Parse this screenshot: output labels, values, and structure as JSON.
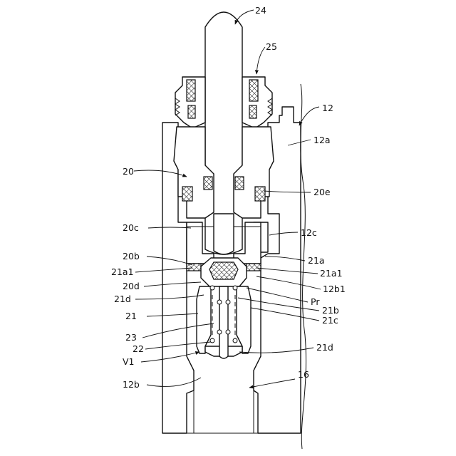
{
  "labels": {
    "l24": "24",
    "l25": "25",
    "l12": "12",
    "l12a": "12a",
    "l20": "20",
    "l20e": "20e",
    "l20c": "20c",
    "l12c": "12c",
    "l20b": "20b",
    "l21a": "21a",
    "l21a1_left": "21a1",
    "l21a1_right": "21a1",
    "l20d": "20d",
    "l12b1": "12b1",
    "l21d_left": "21d",
    "l21d_right": "21d",
    "lPr": "Pr",
    "l21b": "21b",
    "l21": "21",
    "l21c": "21c",
    "l23": "23",
    "l22": "22",
    "lV1": "V1",
    "l12b": "12b",
    "l16": "16"
  }
}
